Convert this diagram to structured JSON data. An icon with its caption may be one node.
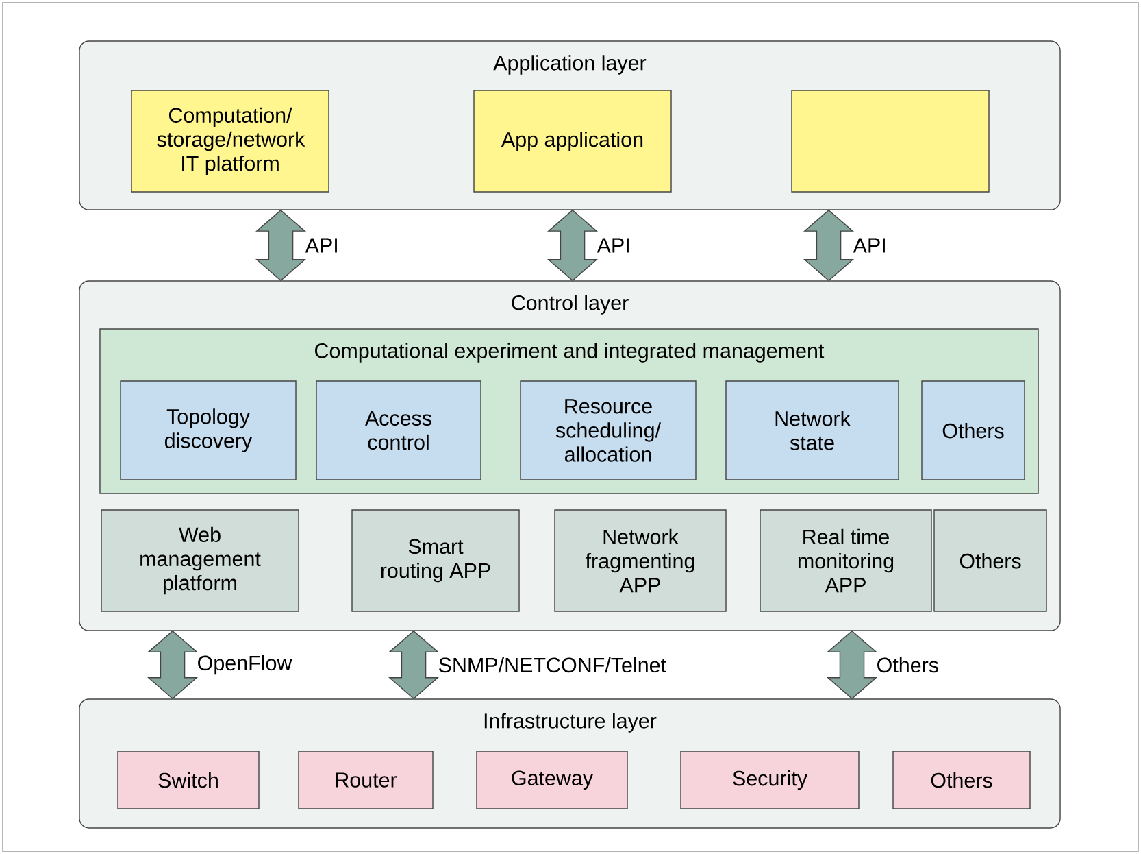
{
  "diagram": {
    "nodes": [
      {
        "text": [
          "Application layer"
        ]
      },
      {
        "text": [
          "Computation/ storage/network IT platform"
        ],
        "in": 0
      },
      {
        "text": [
          "App application"
        ],
        "in": 0
      },
      {
        "text": [],
        "shape": "box",
        "in": 0
      },
      {
        "text": [
          "Control layer"
        ]
      },
      {
        "text": [
          "Computational experiment and integrated management"
        ],
        "in": 4
      },
      {
        "text": [
          "Topology discovery"
        ],
        "in": 5
      },
      {
        "text": [
          "Access control"
        ],
        "in": 5
      },
      {
        "text": [
          "Resource scheduling/ allocation"
        ],
        "in": 5
      },
      {
        "text": [
          "Network state"
        ],
        "in": 5
      },
      {
        "text": [
          "Others"
        ],
        "in": 5
      },
      {
        "text": [
          "Web management platform"
        ],
        "in": 4
      },
      {
        "text": [
          "Smart routing APP"
        ],
        "in": 4
      },
      {
        "text": [
          "Network fragmenting APP"
        ],
        "in": 4
      },
      {
        "text": [
          "Real time monitoring APP"
        ],
        "in": 4
      },
      {
        "text": [
          "Others"
        ],
        "in": 4
      },
      {
        "text": [
          "Infrastructure layer"
        ]
      },
      {
        "text": [
          "Switch"
        ],
        "in": 16
      },
      {
        "text": [
          "Router"
        ],
        "in": 16
      },
      {
        "text": [
          "Gateway"
        ],
        "in": 16
      },
      {
        "text": [
          "Security"
        ],
        "in": 16
      },
      {
        "text": [
          "Others"
        ],
        "in": 16
      }
    ],
    "edges": [
      {
        "from": 0,
        "to": 4,
        "arrow": "both",
        "label": "API"
      },
      {
        "from": 0,
        "to": 4,
        "arrow": "both",
        "label": "API"
      },
      {
        "from": 0,
        "to": 4,
        "arrow": "both",
        "label": "API"
      },
      {
        "from": 4,
        "to": 16,
        "arrow": "both",
        "label": "OpenFlow"
      },
      {
        "from": 4,
        "to": 16,
        "arrow": "both",
        "label": "SNMP/NETCONF/Telnet"
      },
      {
        "from": 4,
        "to": 16,
        "arrow": "both",
        "label": "Others"
      }
    ]
  }
}
